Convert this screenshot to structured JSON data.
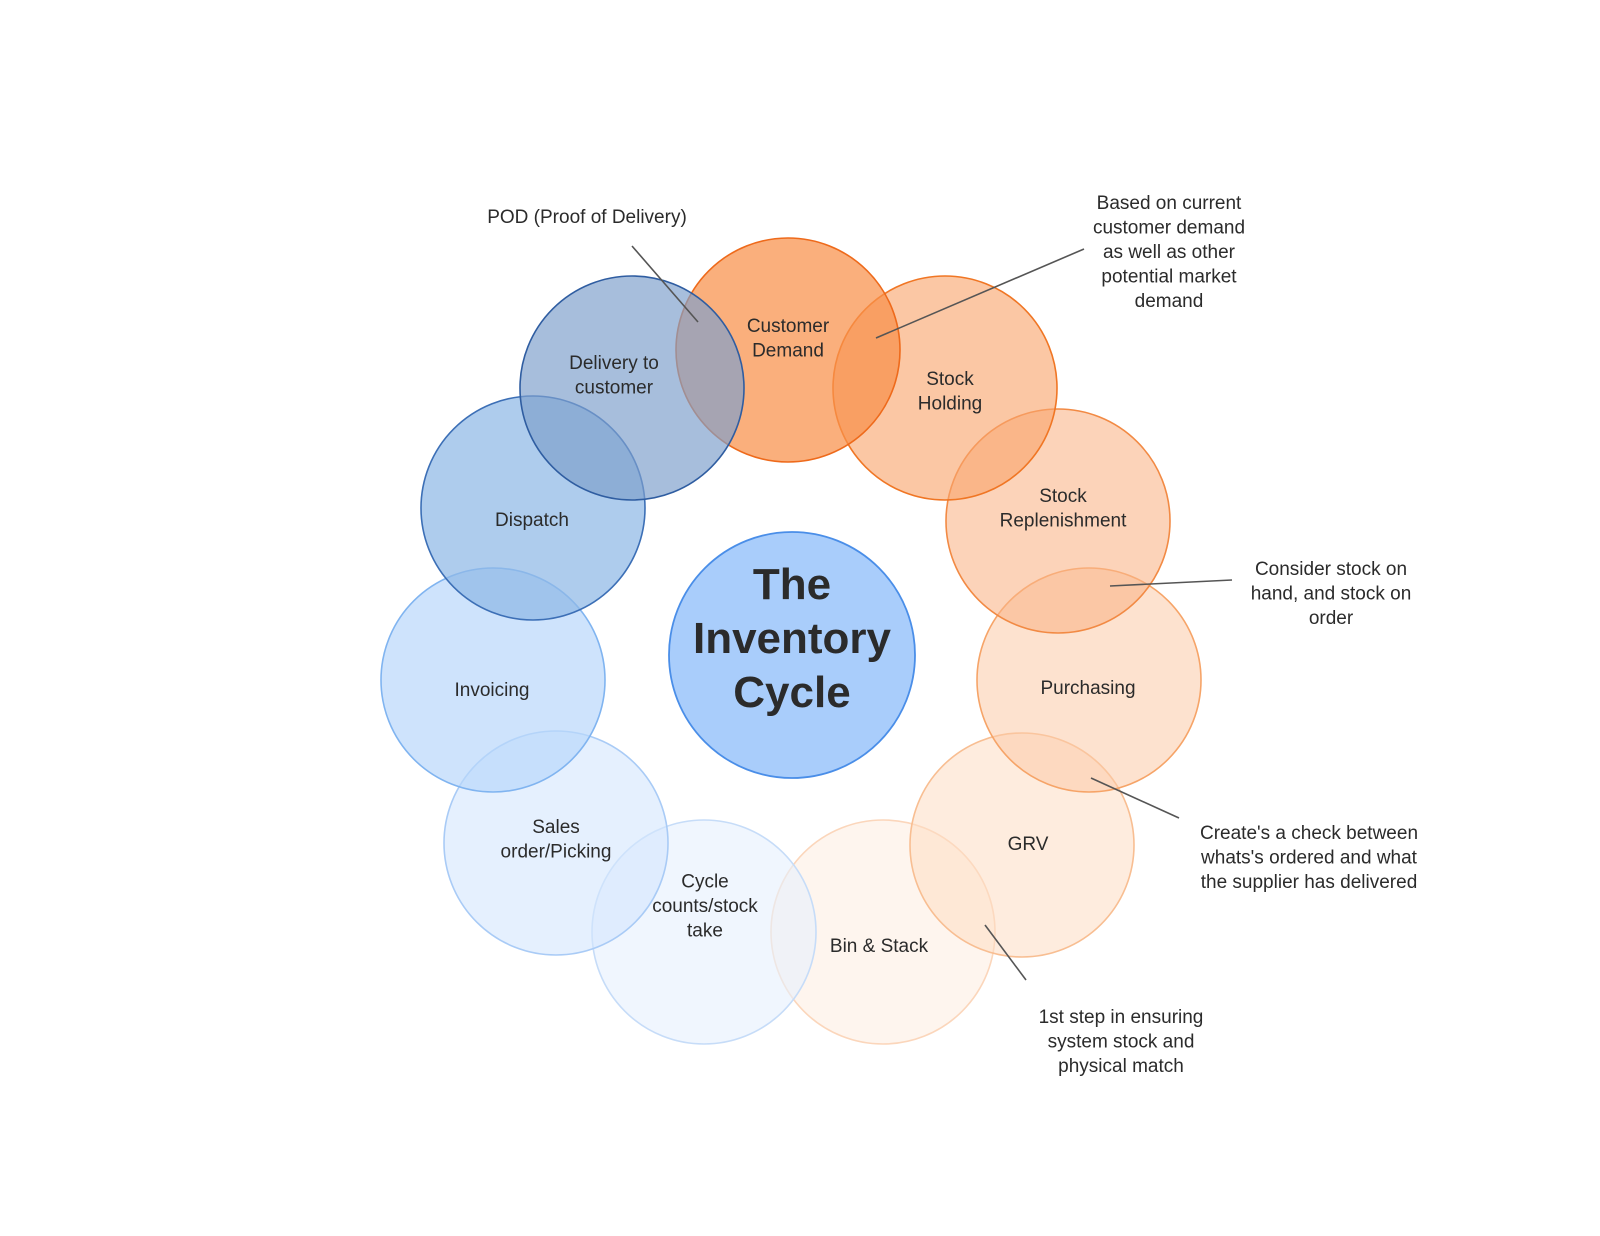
{
  "center": {
    "lines": [
      "The",
      "Inventory",
      "Cycle"
    ],
    "fill": "#a9cdfb",
    "stroke": "#4a8ee8"
  },
  "nodes": [
    {
      "id": "customer-demand",
      "lines": [
        "Customer",
        "Demand"
      ],
      "fill": "#f8904a",
      "stroke": "#ee6a1b",
      "opacity": 0.72
    },
    {
      "id": "stock-holding",
      "lines": [
        "Stock",
        "Holding"
      ],
      "fill": "#f9a56c",
      "stroke": "#f07624",
      "opacity": 0.62
    },
    {
      "id": "stock-replenishment",
      "lines": [
        "Stock",
        "Replenishment"
      ],
      "fill": "#fab487",
      "stroke": "#f28a44",
      "opacity": 0.58
    },
    {
      "id": "purchasing",
      "lines": [
        "Purchasing"
      ],
      "fill": "#fccaa7",
      "stroke": "#f6a468",
      "opacity": 0.55
    },
    {
      "id": "grv",
      "lines": [
        "GRV"
      ],
      "fill": "#fddcc3",
      "stroke": "#f8be92",
      "opacity": 0.55
    },
    {
      "id": "bin-stack",
      "lines": [
        "Bin & Stack"
      ],
      "fill": "#feeee2",
      "stroke": "#fbd6bb",
      "opacity": 0.6
    },
    {
      "id": "cycle-counts",
      "lines": [
        "Cycle",
        "counts/stock",
        "take"
      ],
      "fill": "#e6f0fd",
      "stroke": "#c6dcf8",
      "opacity": 0.6
    },
    {
      "id": "sales-order-picking",
      "lines": [
        "Sales",
        "order/Picking"
      ],
      "fill": "#d4e6fd",
      "stroke": "#a9cbf6",
      "opacity": 0.6
    },
    {
      "id": "invoicing",
      "lines": [
        "Invoicing"
      ],
      "fill": "#b9d7fb",
      "stroke": "#80b4f0",
      "opacity": 0.7
    },
    {
      "id": "dispatch",
      "lines": [
        "Dispatch"
      ],
      "fill": "#8fb8e6",
      "stroke": "#3c6fb6",
      "opacity": 0.72
    },
    {
      "id": "delivery-to-customer",
      "lines": [
        "Delivery to",
        "customer"
      ],
      "fill": "#7e9fcc",
      "stroke": "#2f5da1",
      "opacity": 0.68
    }
  ],
  "notes": [
    {
      "id": "pod",
      "lines": [
        "POD (Proof of Delivery)"
      ]
    },
    {
      "id": "customer-demand-note",
      "lines": [
        "Based on current",
        "customer demand",
        "as well as other",
        "potential market",
        "demand"
      ]
    },
    {
      "id": "stock-on-hand-note",
      "lines": [
        "Consider stock on",
        "hand, and stock on",
        "order"
      ]
    },
    {
      "id": "grv-check-note",
      "lines": [
        "Create's a check between",
        "whats's ordered and what",
        "the supplier has delivered"
      ]
    },
    {
      "id": "first-step-note",
      "lines": [
        "1st step in ensuring",
        "system stock and",
        "physical match"
      ]
    }
  ]
}
